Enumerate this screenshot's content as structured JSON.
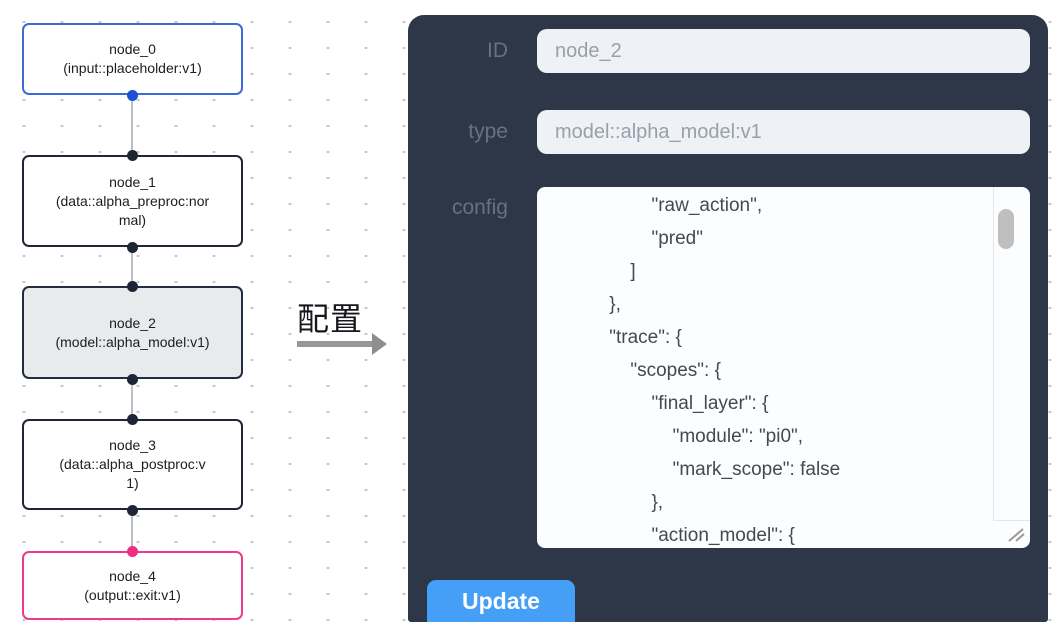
{
  "canvas": {
    "nodes": [
      {
        "title": "node_0",
        "subtitle": "(input::placeholder:v1)",
        "border_color": "#3c6bd5",
        "port_color": "#1d4fd8",
        "background": "#ffffff",
        "selected": false
      },
      {
        "title": "node_1",
        "subtitle": "(data::alpha_preproc:normal)",
        "border_color": "#1f2737",
        "port_color": "#1e2535",
        "background": "#ffffff",
        "selected": false
      },
      {
        "title": "node_2",
        "subtitle": "(model::alpha_model:v1)",
        "border_color": "#232c40",
        "port_color": "#1e2535",
        "background": "#e9eaec",
        "selected": true
      },
      {
        "title": "node_3",
        "subtitle": "(data::alpha_postproc:v1)",
        "border_color": "#1f2737",
        "port_color": "#1e2535",
        "background": "#ffffff",
        "selected": false
      },
      {
        "title": "node_4",
        "subtitle": "(output::exit:v1)",
        "border_color": "#ee3a8c",
        "port_color": "#ee2d84",
        "background": "#ffffff",
        "selected": false
      }
    ],
    "transition_label": "配置"
  },
  "panel": {
    "background_color": "#2d3748",
    "fields": {
      "id": {
        "label": "ID",
        "value": "node_2"
      },
      "type": {
        "label": "type",
        "value": "model::alpha_model:v1"
      },
      "config": {
        "label": "config",
        "value": "                \"raw_action\",\n                \"pred\"\n            ]\n        },\n        \"trace\": {\n            \"scopes\": {\n                \"final_layer\": {\n                    \"module\": \"pi0\",\n                    \"mark_scope\": false\n                },\n                \"action_model\": {"
      }
    },
    "update_button": {
      "label": "Update",
      "color": "#469ff6"
    }
  }
}
